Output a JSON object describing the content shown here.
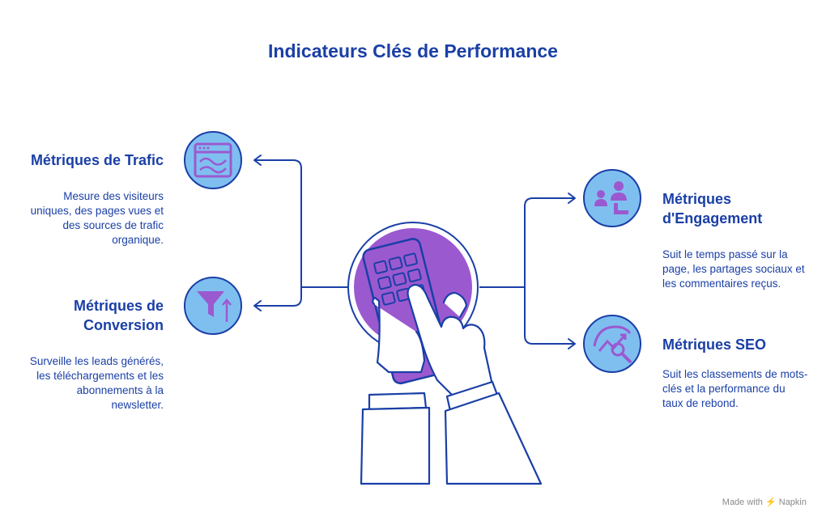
{
  "title": "Indicateurs Clés de Performance",
  "items": [
    {
      "title": "Métriques de Trafic",
      "desc": "Mesure des visiteurs uniques, des pages vues et des sources de trafic organique.",
      "icon": "traffic-chart-icon"
    },
    {
      "title": "Métriques de Conversion",
      "desc": "Surveille les leads générés, les téléchargements et les abonnements à la newsletter.",
      "icon": "funnel-icon"
    },
    {
      "title": "Métriques d'Engagement",
      "desc": "Suit le temps passé sur la page, les partages sociaux et les commentaires reçus.",
      "icon": "people-icon"
    },
    {
      "title": "Métriques SEO",
      "desc": "Suit les classements de mots-clés et la performance du taux de rebond.",
      "icon": "seo-search-icon"
    }
  ],
  "footer": {
    "made_with": "Made with",
    "brand": "Napkin"
  },
  "colors": {
    "primary": "#1a3fa6",
    "circle_fill": "#7fbff0",
    "accent": "#9b59d0"
  }
}
